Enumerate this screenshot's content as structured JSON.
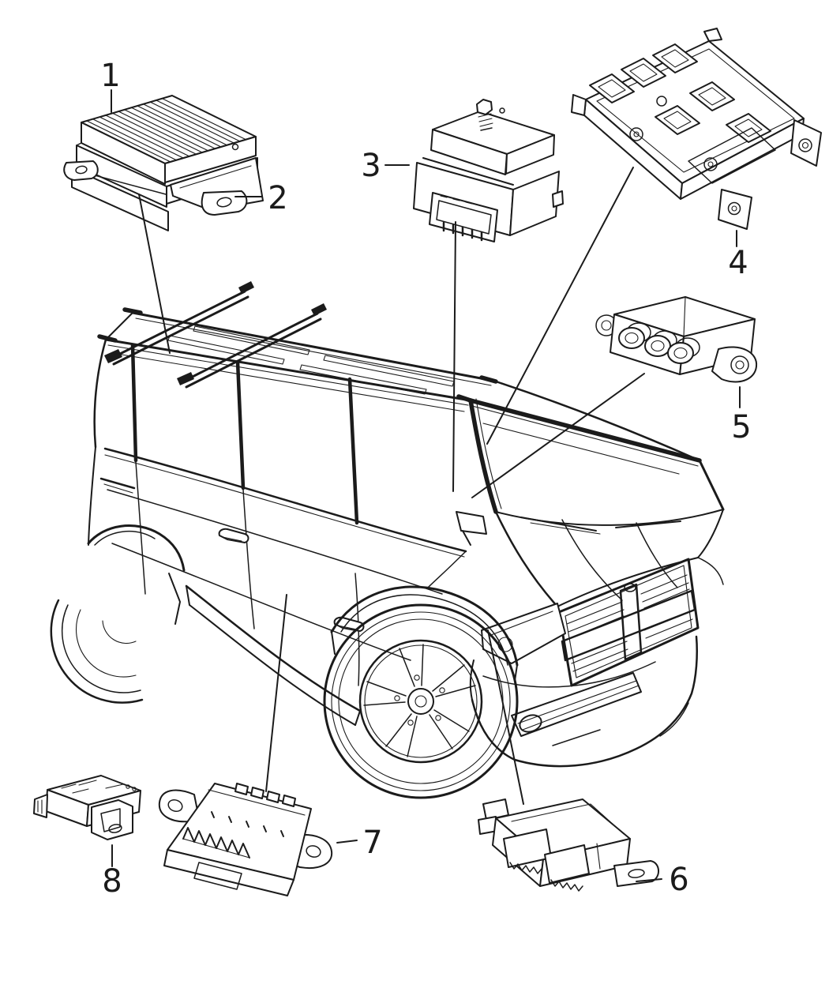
{
  "page": {
    "background_color": "#ffffff",
    "line_color": "#1b1b1b",
    "figure_type": "vehicle-parts-callout-diagram",
    "vehicle_view": "suv-three-quarter-front-line-art"
  },
  "callouts": [
    {
      "number": "1",
      "name": "amplifier-module"
    },
    {
      "number": "2",
      "name": "amplifier-mounting-bracket"
    },
    {
      "number": "3",
      "name": "relay-module"
    },
    {
      "number": "4",
      "name": "body-control-module"
    },
    {
      "number": "5",
      "name": "siren-module"
    },
    {
      "number": "6",
      "name": "door-module-front"
    },
    {
      "number": "7",
      "name": "door-control-module"
    },
    {
      "number": "8",
      "name": "sensor-module"
    }
  ]
}
